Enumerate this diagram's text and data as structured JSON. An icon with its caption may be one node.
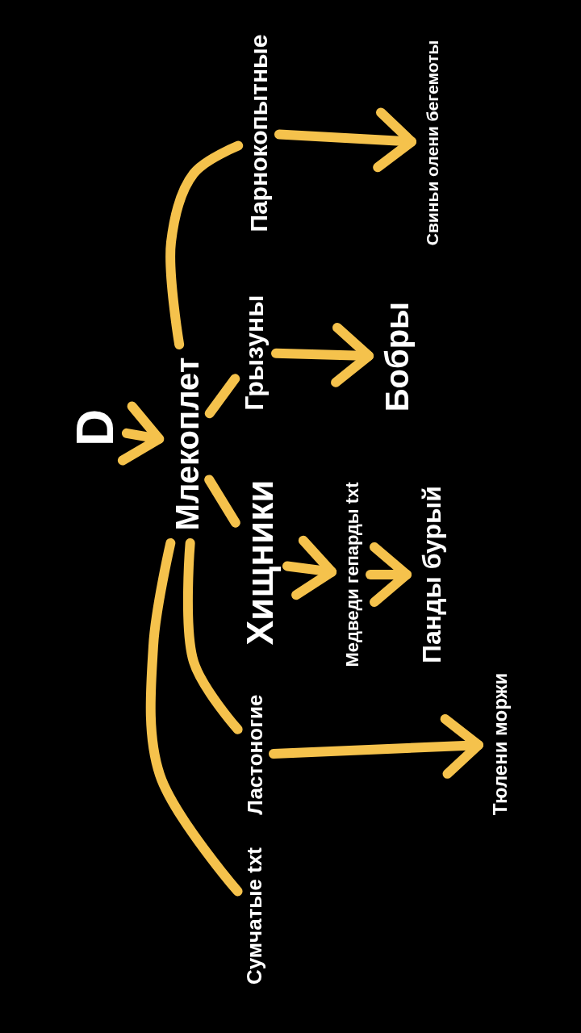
{
  "diagram": {
    "nodes": [
      {
        "text": [
          "D"
        ]
      },
      {
        "text": [
          "Млекоплет"
        ]
      },
      {
        "text": [
          "Грызуны"
        ]
      },
      {
        "text": [
          "Парнокопытные"
        ]
      },
      {
        "text": [
          "Хищники"
        ]
      },
      {
        "text": [
          "Ластоногие"
        ]
      },
      {
        "text": [
          "Сумчатые txt"
        ]
      },
      {
        "text": [
          "Бобры"
        ]
      },
      {
        "text": [
          "Свиньи олени бегемоты"
        ]
      },
      {
        "text": [
          "Медведи гепарды txt"
        ]
      },
      {
        "text": [
          "Панды бурый"
        ]
      },
      {
        "text": [
          "Тюлени моржи"
        ]
      }
    ],
    "edges": [
      {
        "from": 0,
        "to": 1,
        "arrow": "to"
      },
      {
        "from": 1,
        "to": 2,
        "arrow": "none"
      },
      {
        "from": 1,
        "to": 3,
        "arrow": "none"
      },
      {
        "from": 1,
        "to": 4,
        "arrow": "none"
      },
      {
        "from": 1,
        "to": 6,
        "arrow": "none"
      },
      {
        "from": 1,
        "to": 5,
        "arrow": "none"
      },
      {
        "from": 3,
        "to": 8,
        "arrow": "to"
      },
      {
        "from": 2,
        "to": 7,
        "arrow": "to"
      },
      {
        "from": 4,
        "to": 9,
        "arrow": "to"
      },
      {
        "from": 9,
        "to": 10,
        "arrow": "to"
      },
      {
        "from": 5,
        "to": 11,
        "arrow": "to"
      }
    ]
  }
}
